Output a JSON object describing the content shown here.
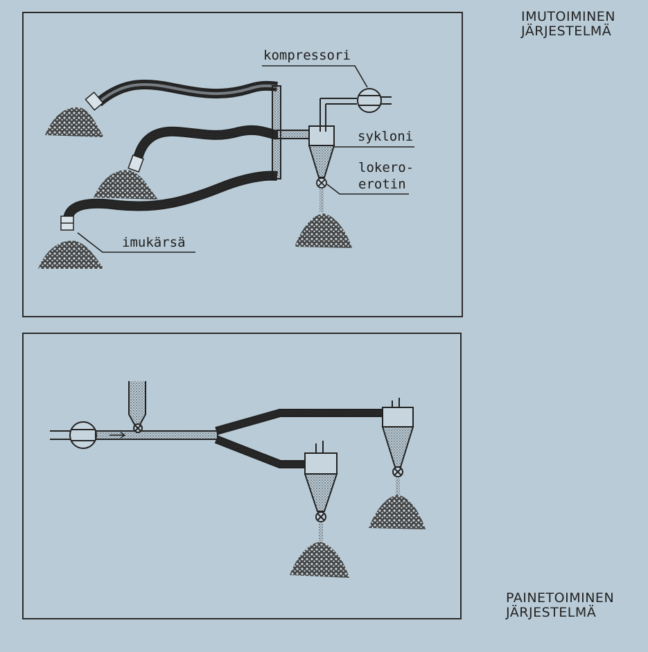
{
  "titles": {
    "suction_system_line1": "IMUTOIMINEN",
    "suction_system_line2": "JÄRJESTELMÄ",
    "pressure_system_line1": "PAINETOIMINEN",
    "pressure_system_line2": "JÄRJESTELMÄ"
  },
  "labels": {
    "compressor": "kompressori",
    "cyclone": "sykloni",
    "separator_line1": "lokero-",
    "separator_line2": "erotin",
    "suction_nozzle": "imukärsä"
  },
  "colors": {
    "background": "#b9cbd6",
    "ink": "#222222"
  }
}
